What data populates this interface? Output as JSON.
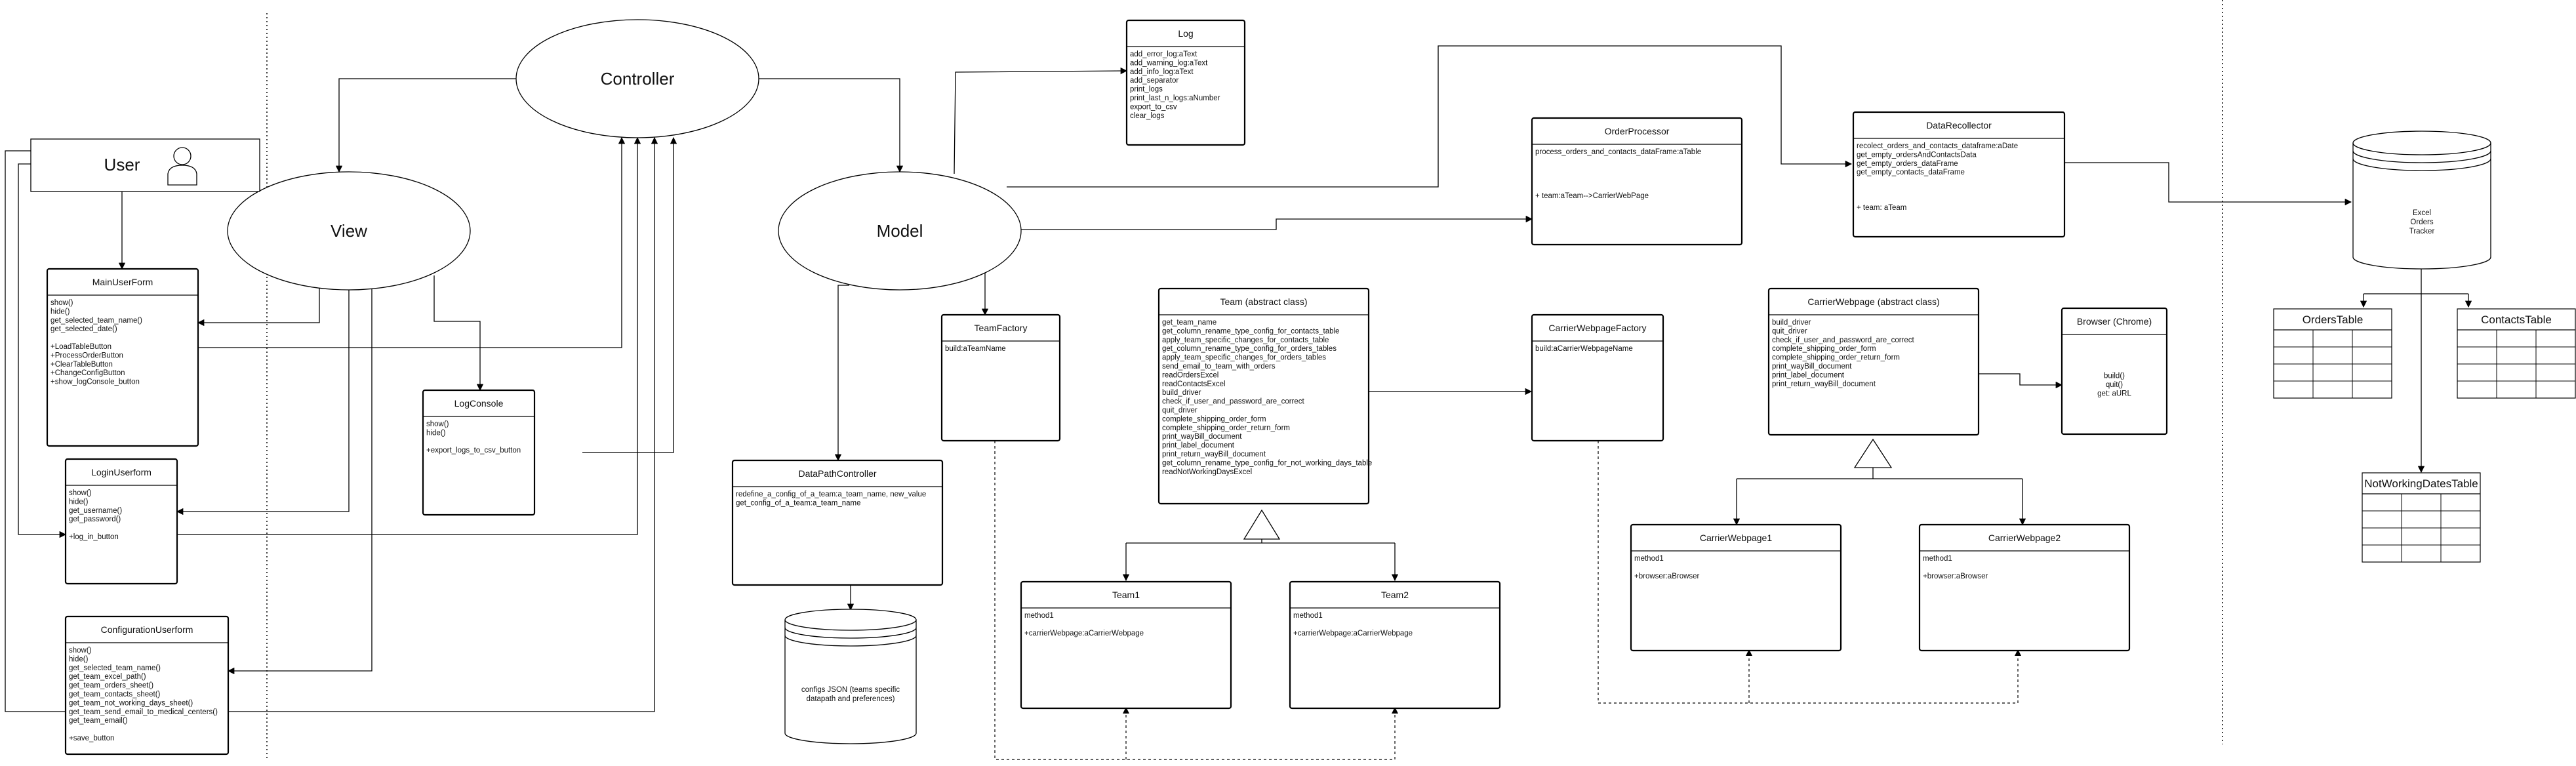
{
  "ellipses": {
    "controller": "Controller",
    "view": "View",
    "model": "Model"
  },
  "user": {
    "label": "User"
  },
  "classes": {
    "main_userform": {
      "title": "MainUserForm",
      "lines": [
        "show()",
        "hide()",
        "get_selected_team_name()",
        "get_selected_date()",
        "",
        "+LoadTableButton",
        "+ProcessOrderButton",
        "+ClearTableButton",
        "+ChangeConfigButton",
        "+show_logConsole_button"
      ]
    },
    "login_userform": {
      "title": "LoginUserform",
      "lines": [
        "show()",
        "hide()",
        "get_username()",
        "get_password()",
        "",
        "+log_in_button"
      ]
    },
    "configuration_userform": {
      "title": "ConfigurationUserform",
      "lines": [
        "show()",
        "hide()",
        "get_selected_team_name()",
        "get_team_excel_path()",
        "get_team_orders_sheet()",
        "get_team_contacts_sheet()",
        "get_team_not_working_days_sheet()",
        "get_team_send_email_to_medical_centers()",
        "get_team_email()",
        "",
        "+save_button"
      ]
    },
    "log_console": {
      "title": "LogConsole",
      "lines": [
        "show()",
        "hide()",
        "",
        "+export_logs_to_csv_button"
      ]
    },
    "log": {
      "title": "Log",
      "lines": [
        "add_error_log:aText",
        "add_warning_log:aText",
        "add_info_log:aText",
        "add_separator",
        "print_logs",
        "print_last_n_logs:aNumber",
        "export_to_csv",
        "clear_logs"
      ]
    },
    "team_factory": {
      "title": "TeamFactory",
      "lines": [
        "build:aTeamName"
      ]
    },
    "data_path_controller": {
      "title": "DataPathController",
      "lines": [
        "redefine_a_config_of_a_team:a_team_name, new_value",
        "get_config_of_a_team:a_team_name"
      ]
    },
    "team_abstract": {
      "title": "Team (abstract class)",
      "lines": [
        "get_team_name",
        "get_column_rename_type_config_for_contacts_table",
        "apply_team_specific_changes_for_contacts_table",
        "get_column_rename_type_config_for_orders_tables",
        "apply_team_specific_changes_for_orders_tables",
        "send_email_to_team_with_orders",
        "readOrdersExcel",
        "readContactsExcel",
        "build_driver",
        "check_if_user_and_password_are_correct",
        "quit_driver",
        "complete_shipping_order_form",
        "complete_shipping_order_return_form",
        "print_wayBill_document",
        "print_label_document",
        "print_return_wayBill_document",
        "get_column_rename_type_config_for_not_working_days_table",
        "readNotWorkingDaysExcel"
      ]
    },
    "team1": {
      "title": "Team1",
      "lines": [
        "method1",
        "",
        "+carrierWebpage:aCarrierWebpage"
      ]
    },
    "team2": {
      "title": "Team2",
      "lines": [
        "method1",
        "",
        "+carrierWebpage:aCarrierWebpage"
      ]
    },
    "order_processor": {
      "title": "OrderProcessor",
      "lines": [
        "process_orders_and_contacts_dataFrame:aTable",
        "",
        "",
        "",
        "",
        "+ team:aTeam-->CarrierWebPage"
      ]
    },
    "data_recollector": {
      "title": "DataRecollector",
      "lines": [
        "recolect_orders_and_contacts_dataframe:aDate",
        "get_empty_ordersAndContactsData",
        "get_empty_orders_dataFrame",
        "get_empty_contacts_dataFrame",
        "",
        "",
        "",
        "+ team: aTeam"
      ]
    },
    "carrier_webpage_factory": {
      "title": "CarrierWebpageFactory",
      "lines": [
        "build:aCarrierWebpageName"
      ]
    },
    "carrier_webpage_abstract": {
      "title": "CarrierWebpage (abstract class)",
      "lines": [
        "build_driver",
        "quit_driver",
        "check_if_user_and_password_are_correct",
        "complete_shipping_order_form",
        "complete_shipping_order_return_form",
        "print_wayBill_document",
        "print_label_document",
        "print_return_wayBill_document"
      ]
    },
    "browser": {
      "title": "Browser (Chrome)",
      "lines": [
        "build()",
        "quit()",
        "get: aURL"
      ]
    },
    "carrier_webpage1": {
      "title": "CarrierWebpage1",
      "lines": [
        "method1",
        "",
        "+browser:aBrowser"
      ]
    },
    "carrier_webpage2": {
      "title": "CarrierWebpage2",
      "lines": [
        "method1",
        "",
        "+browser:aBrowser"
      ]
    }
  },
  "databases": {
    "configs": {
      "lines": [
        "configs JSON (teams specific",
        "datapath and preferences)"
      ]
    },
    "excel": {
      "lines": [
        "Excel",
        "Orders",
        "Tracker"
      ]
    }
  },
  "tables": {
    "orders": "OrdersTable",
    "contacts": "ContactsTable",
    "not_working_dates": "NotWorkingDatesTable"
  },
  "colors": {
    "stroke": "#000000",
    "background": "#ffffff"
  }
}
